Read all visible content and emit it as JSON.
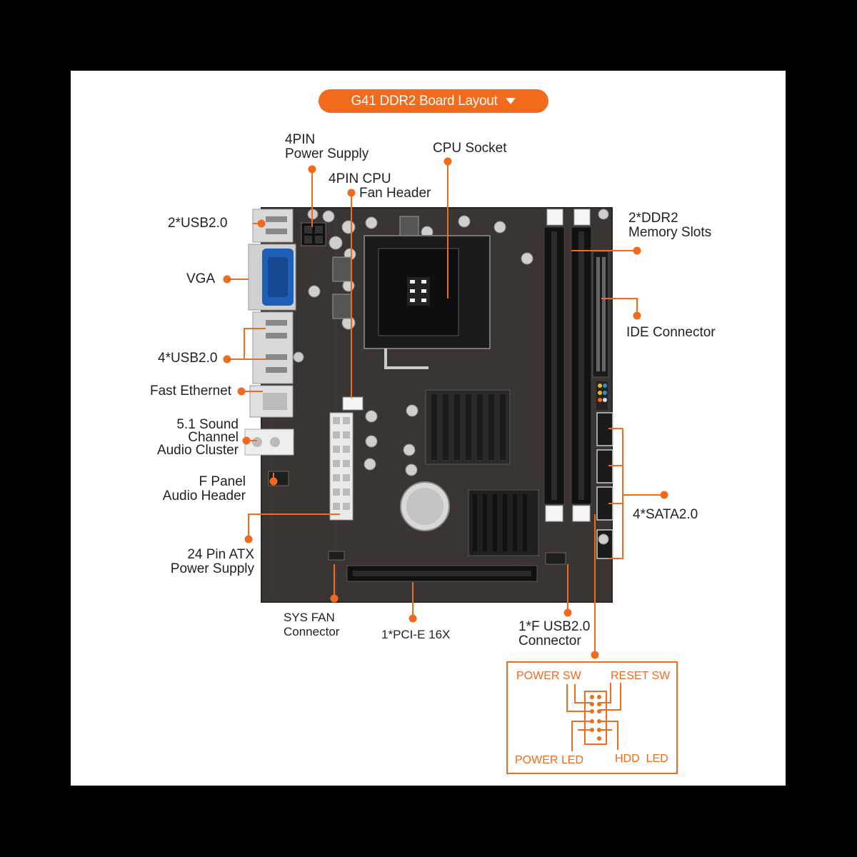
{
  "title": "G41 DDR2 Board Layout",
  "accent_color": "#f26a1b",
  "board_color": "#3a3533",
  "labels": {
    "power_4pin_l1": "4PIN",
    "power_4pin_l2": "Power Supply",
    "cpu_socket": "CPU Socket",
    "cpu_fan_l1": "4PIN CPU",
    "cpu_fan_l2": "Fan Header",
    "usb_rear_top": "2*USB2.0",
    "ddr2_l1": "2*DDR2",
    "ddr2_l2": "Memory Slots",
    "vga": "VGA",
    "ide": "IDE Connector",
    "usb_rear_4": "4*USB2.0",
    "ethernet": "Fast Ethernet",
    "sound_l1": "5.1 Sound",
    "sound_l2": "Channel",
    "sound_l3": "Audio Cluster",
    "fpanel_audio_l1": "F Panel",
    "fpanel_audio_l2": "Audio Header",
    "sata": "4*SATA2.0",
    "atx_l1": "24 Pin ATX",
    "atx_l2": "Power Supply",
    "sysfan_l1": "SYS FAN",
    "sysfan_l2": "Connector",
    "pcie": "1*PCI-E 16X",
    "fusb_l1": "1*F USB2.0",
    "fusb_l2": "Connector"
  },
  "front_panel": {
    "power_sw": "POWER SW",
    "reset_sw": "RESET SW",
    "power_led": "POWER LED",
    "hdd_led": "HDD  LED"
  }
}
